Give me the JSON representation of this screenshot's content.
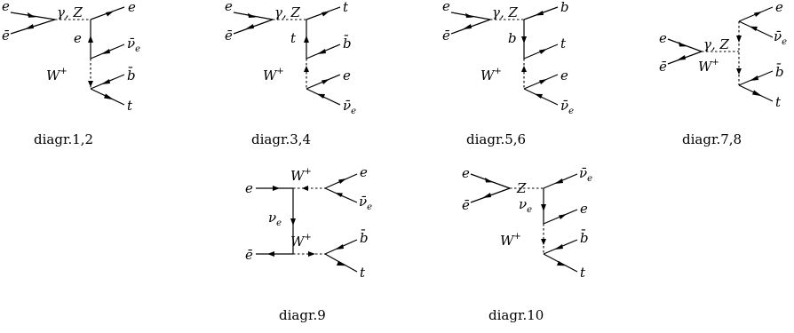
{
  "diagrams": [
    {
      "caption": "diagr.1,2",
      "labels": {
        "e_in": "e",
        "ebar_in": "ē",
        "boson": "γ, Z",
        "e_out": "e",
        "propagator": "e",
        "nubar": "ν̄",
        "nubar_sub": "e",
        "w": "W",
        "w_sup": "+",
        "bbar": "b̄",
        "t": "t"
      }
    },
    {
      "caption": "diagr.3,4",
      "labels": {
        "e_in": "e",
        "ebar_in": "ē",
        "boson": "γ, Z",
        "t_out": "t",
        "propagator": "t",
        "bbar": "b̄",
        "w": "W",
        "w_sup": "+",
        "e_out": "e",
        "nubar": "ν̄",
        "nubar_sub": "e"
      }
    },
    {
      "caption": "diagr.5,6",
      "labels": {
        "e_in": "e",
        "ebar_in": "ē",
        "boson": "γ, Z",
        "b_out": "b",
        "propagator": "b",
        "t_out": "t",
        "w": "W",
        "w_sup": "+",
        "e_out": "e",
        "nubar": "ν̄",
        "nubar_sub": "e"
      }
    },
    {
      "caption": "diagr.7,8",
      "labels": {
        "e_in": "e",
        "ebar_in": "ē",
        "boson": "γ, Z",
        "w": "W",
        "w_sup": "+",
        "e_out": "e",
        "nubar": "ν̄",
        "nubar_sub": "e",
        "bbar": "b̄",
        "t": "t"
      }
    },
    {
      "caption": "diagr.9",
      "labels": {
        "e_in": "e",
        "ebar_in": "ē",
        "w_top": "W",
        "w_top_sup": "+",
        "w_bot": "W",
        "w_bot_sup": "+",
        "nu": "ν",
        "nu_sub": "e",
        "e_out": "e",
        "nubar": "ν̄",
        "nubar_sub": "e",
        "bbar": "b̄",
        "t": "t"
      }
    },
    {
      "caption": "diagr.10",
      "labels": {
        "e_in": "e",
        "ebar_in": "ē",
        "boson": "Z",
        "nubar": "ν̄",
        "nubar_sub": "e",
        "nu": "ν",
        "nu_sub": "e",
        "e_out": "e",
        "w": "W",
        "w_sup": "+",
        "bbar": "b̄",
        "t": "t"
      }
    }
  ]
}
